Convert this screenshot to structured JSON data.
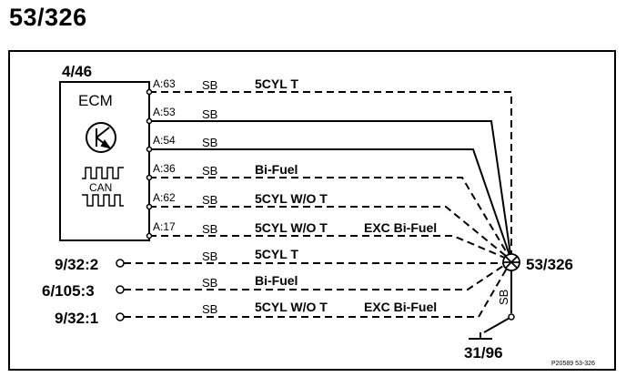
{
  "title": "53/326",
  "module": {
    "id": "4/46",
    "name": "ECM",
    "can_label": "CAN"
  },
  "wires": [
    {
      "pin": "A:63",
      "color": "SB",
      "label": "5CYL T",
      "extra": "",
      "style": "dashed"
    },
    {
      "pin": "A:53",
      "color": "SB",
      "label": "",
      "extra": "",
      "style": "solid"
    },
    {
      "pin": "A:54",
      "color": "SB",
      "label": "",
      "extra": "",
      "style": "solid"
    },
    {
      "pin": "A:36",
      "color": "SB",
      "label": "Bi-Fuel",
      "extra": "",
      "style": "dashed"
    },
    {
      "pin": "A:62",
      "color": "SB",
      "label": "5CYL W/O T",
      "extra": "",
      "style": "dashed"
    },
    {
      "pin": "A:17",
      "color": "SB",
      "label": "5CYL W/O T",
      "extra": "EXC Bi-Fuel",
      "style": "dashed"
    }
  ],
  "external_wires": [
    {
      "connector": "9/32:2",
      "color": "SB",
      "label": "5CYL T",
      "extra": ""
    },
    {
      "connector": "6/105:3",
      "color": "SB",
      "label": "Bi-Fuel",
      "extra": ""
    },
    {
      "connector": "9/32:1",
      "color": "SB",
      "label": "5CYL W/O T",
      "extra": "EXC Bi-Fuel"
    }
  ],
  "splice": {
    "id": "53/326"
  },
  "ground": {
    "id": "31/96",
    "wire_color": "SB"
  },
  "footer": {
    "ref": "P20589  53-326"
  }
}
